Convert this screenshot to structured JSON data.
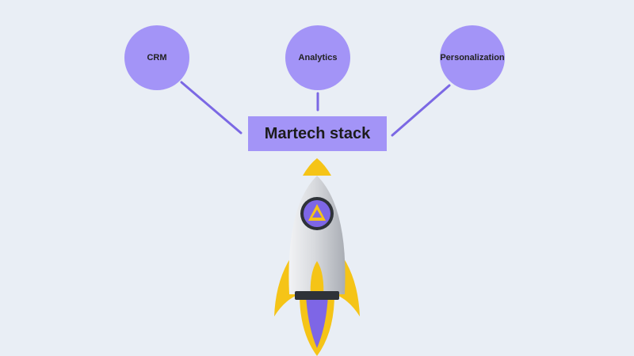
{
  "diagram": {
    "hub": {
      "label": "Martech stack",
      "color": "#a394f7"
    },
    "nodes": [
      {
        "label": "CRM",
        "color": "#a394f7"
      },
      {
        "label": "Analytics",
        "color": "#a394f7"
      },
      {
        "label": "Personalization",
        "color": "#a394f7"
      }
    ],
    "connector_color": "#7b68e4",
    "background": "#e9eef5"
  },
  "rocket": {
    "icon": "rocket-icon",
    "badge_icon": "triangle-logo-icon",
    "colors": {
      "body": "#d9dbe0",
      "fins": "#f5c417",
      "nose": "#f5c417",
      "window": "#7e66e6",
      "band": "#2e3238",
      "exhaust": "#7e66e6"
    }
  }
}
